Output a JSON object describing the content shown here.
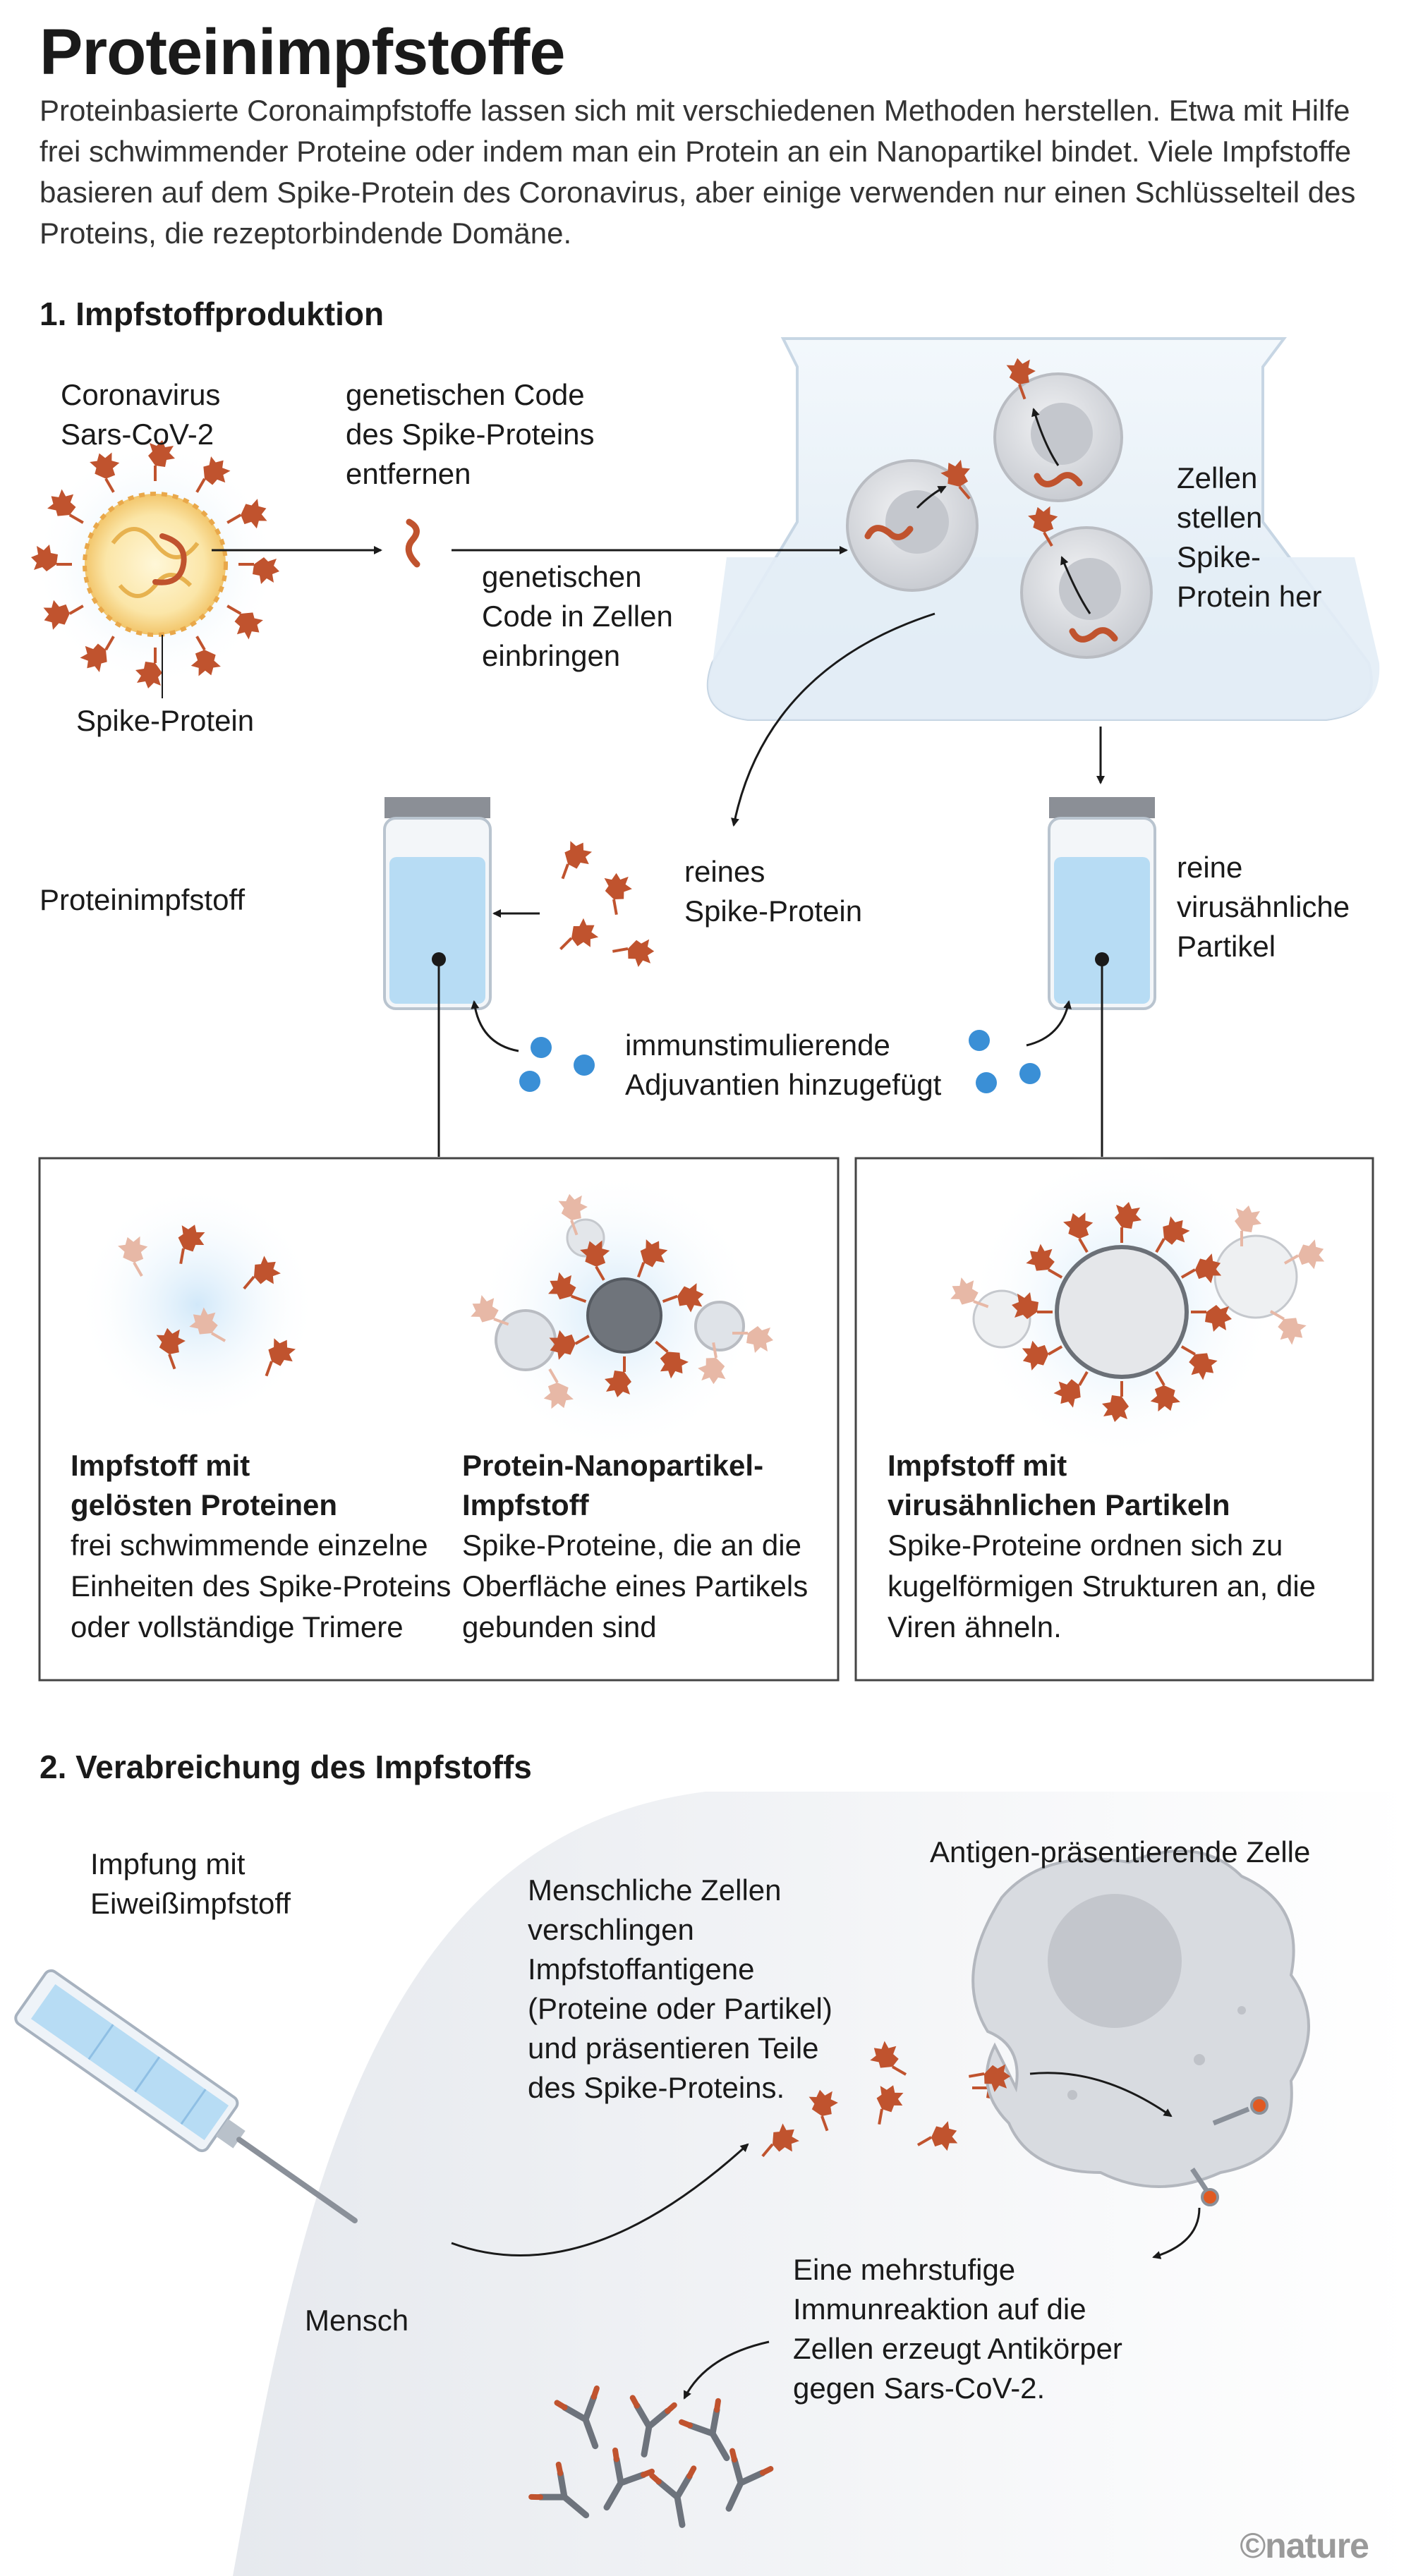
{
  "title": "Proteinimpfstoffe",
  "intro": "Proteinbasierte Coronaimpfstoffe lassen sich mit verschiedenen Methoden herstellen. Etwa mit Hilfe frei schwimmender Proteine oder indem man ein Protein an ein Nanopartikel bindet. Viele Impfstoffe basieren auf dem Spike-Protein des Coronavirus, aber einige verwenden nur einen Schlüsselteil des Proteins, die rezeptorbindende Domäne.",
  "section1": {
    "heading": "1.  Impfstoffproduktion",
    "virus_label": [
      "Coronavirus",
      "Sars-CoV-2"
    ],
    "spike_label": "Spike-Protein",
    "remove_code": [
      "genetischen Code",
      "des Spike-Proteins",
      "entfernen"
    ],
    "insert_code": [
      "genetischen",
      "Code in Zellen",
      "einbringen"
    ],
    "cells_label": [
      "Zellen",
      "stellen",
      "Spike-",
      "Protein her"
    ],
    "protein_vaccine": "Proteinimpfstoff",
    "pure_spike": [
      "reines",
      "Spike-Protein"
    ],
    "pure_vlp": [
      "reine",
      "virusähnliche",
      "Partikel"
    ],
    "adjuvant": [
      "immunstimulierende",
      "Adjuvantien hinzugefügt"
    ],
    "box1": {
      "title": [
        "Impfstoff mit",
        "gelösten Proteinen"
      ],
      "text": [
        "frei schwimmende einzelne",
        "Einheiten des Spike-Proteins",
        "oder vollständige Trimere"
      ]
    },
    "box2": {
      "title": [
        "Protein-Nanopartikel-",
        "Impfstoff"
      ],
      "text": [
        "Spike-Proteine, die an die",
        "Oberfläche eines Partikels",
        "gebunden sind"
      ]
    },
    "box3": {
      "title": [
        "Impfstoff mit",
        "virusähnlichen Partikeln"
      ],
      "text": [
        "Spike-Proteine ordnen sich zu",
        "kugelförmigen Strukturen an, die",
        "Viren ähneln."
      ]
    }
  },
  "section2": {
    "heading": "2.  Verabreichung des Impfstoffs",
    "vaccination": [
      "Impfung mit",
      "Eiweißimpfstoff"
    ],
    "human": "Mensch",
    "engulf": [
      "Menschliche Zellen",
      "verschlingen",
      "Impfstoffantigene",
      "(Proteine oder Partikel)",
      "und präsentieren Teile",
      "des Spike-Proteins."
    ],
    "apc": "Antigen-präsentierende Zelle",
    "immune": [
      "Eine mehrstufige",
      "Immunreaktion auf die",
      "Zellen erzeugt Antikörper",
      "gegen Sars-CoV-2."
    ]
  },
  "credit": "©nature",
  "colors": {
    "spike": "#c0532e",
    "vial_liquid": "#b7dcf4",
    "adjuvant": "#3a8fd6",
    "cell_gray": "#d4d6da",
    "text": "#1a1a1a"
  }
}
